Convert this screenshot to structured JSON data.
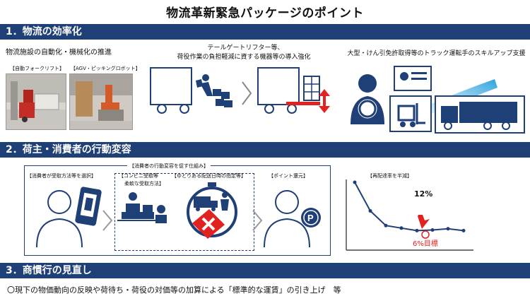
{
  "title": "物流革新緊急パッケージのポイント",
  "sections": [
    {
      "number": "1．",
      "heading": "物流の効率化"
    },
    {
      "number": "2．",
      "heading": "荷主・消費者の行動変容"
    },
    {
      "number": "3．",
      "heading": "商慣行の見直し"
    }
  ],
  "efficiency": {
    "item1_title": "物流施設の自動化・機械化の推進",
    "photo1_caption": "【自動フォークリフト】",
    "photo2_caption": "【AGV・ピッキングロボット】",
    "item2_title_line1": "テールゲートリフター等、",
    "item2_title_line2": "荷役作業の負担軽減に資する機器等の導入強化",
    "item3_title": "大型・けん引免許取得等のトラック運転手のスキルアップ支援"
  },
  "behavior": {
    "box_title": "【消費者の行動変容を促す仕組み】",
    "step1": "【消費者が受取方法等を選択】",
    "step2_line1": "【コンビニ受取等",
    "step2_line2": "柔軟な受取方法】",
    "step3": "【ゆとりある配送日時の指定等】",
    "step4": "【ポイント還元】",
    "chart_title": "【再配達率を半減】",
    "current_label": "12%",
    "target_label": "6%目標"
  },
  "practices": {
    "text": "〇現下の物価動向の反映や荷待ち・荷役の対価等の加算による「標準的な運賃」の引き上げ　等"
  },
  "chart_data": {
    "type": "line",
    "title": "【再配達率を半減】",
    "series": [
      {
        "values": [
          100,
          55,
          32,
          28,
          24,
          25,
          27,
          24
        ]
      }
    ],
    "annotations": [
      {
        "text": "12%"
      },
      {
        "text": "6%目標"
      }
    ]
  },
  "colors": {
    "navy": "#1f3f77",
    "accent_red": "#e0231f",
    "bg": "#ffffff"
  }
}
